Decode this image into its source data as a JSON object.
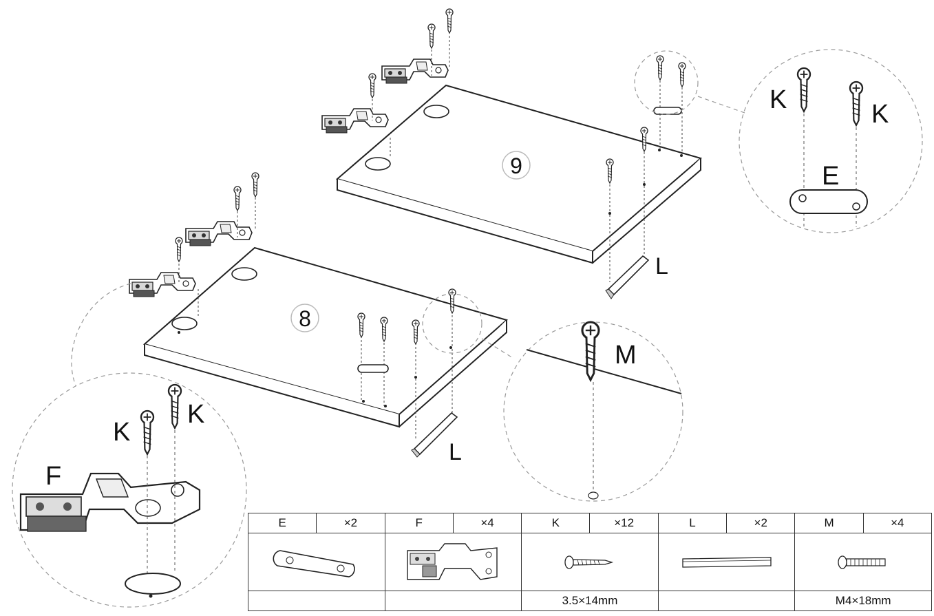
{
  "board_numbers": {
    "upper": "9",
    "lower": "8"
  },
  "callout_labels": {
    "hinge_k_left": "K",
    "hinge_k_right": "K",
    "hinge_f": "F",
    "plate_k_left": "K",
    "plate_k_right": "K",
    "plate_e": "E",
    "screw_m": "M",
    "rail_upper": "L",
    "rail_lower": "L"
  },
  "parts": [
    {
      "code": "E",
      "qty": "×2",
      "spec": "",
      "icon": "connector-plate-icon"
    },
    {
      "code": "F",
      "qty": "×4",
      "spec": "",
      "icon": "hinge-icon"
    },
    {
      "code": "K",
      "qty": "×12",
      "spec": "3.5×14mm",
      "icon": "wood-screw-icon"
    },
    {
      "code": "L",
      "qty": "×2",
      "spec": "",
      "icon": "rail-icon"
    },
    {
      "code": "M",
      "qty": "×4",
      "spec": "M4×18mm",
      "icon": "machine-screw-icon"
    }
  ]
}
